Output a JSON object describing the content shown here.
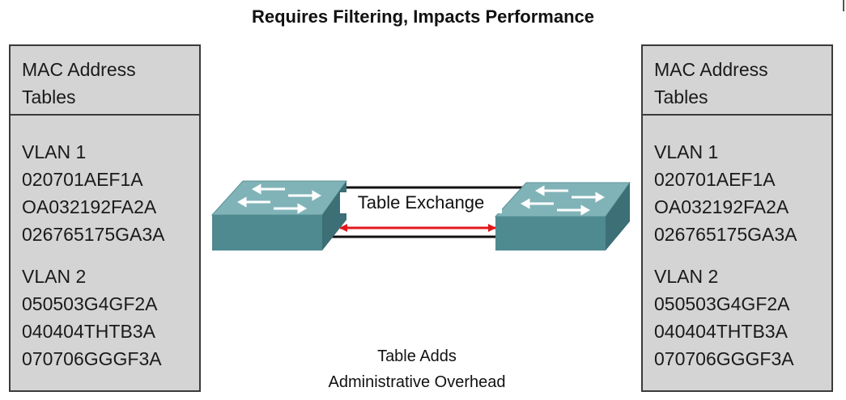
{
  "title": "Requires Filtering, Impacts Performance",
  "left_table": {
    "header": [
      "MAC Address",
      "Tables"
    ],
    "vlans": [
      {
        "name": "VLAN 1",
        "entries": [
          "020701AEF1A",
          "OA032192FA2A",
          "026765175GA3A"
        ]
      },
      {
        "name": "VLAN 2",
        "entries": [
          "050503G4GF2A",
          "040404THTB3A",
          "070706GGGF3A"
        ]
      }
    ]
  },
  "right_table": {
    "header": [
      "MAC Address",
      "Tables"
    ],
    "vlans": [
      {
        "name": "VLAN 1",
        "entries": [
          "020701AEF1A",
          "OA032192FA2A",
          "026765175GA3A"
        ]
      },
      {
        "name": "VLAN 2",
        "entries": [
          "050503G4GF2A",
          "040404THTB3A",
          "070706GGGF3A"
        ]
      }
    ]
  },
  "link_label": "Table Exchange",
  "footer": [
    "Table Adds",
    "Administrative Overhead"
  ],
  "colors": {
    "switch_top": "#7fb0b5",
    "switch_front": "#4f8a91",
    "switch_side": "#3c6f76",
    "arrow": "#e0181b",
    "table_fill": "#d4d4d4"
  }
}
